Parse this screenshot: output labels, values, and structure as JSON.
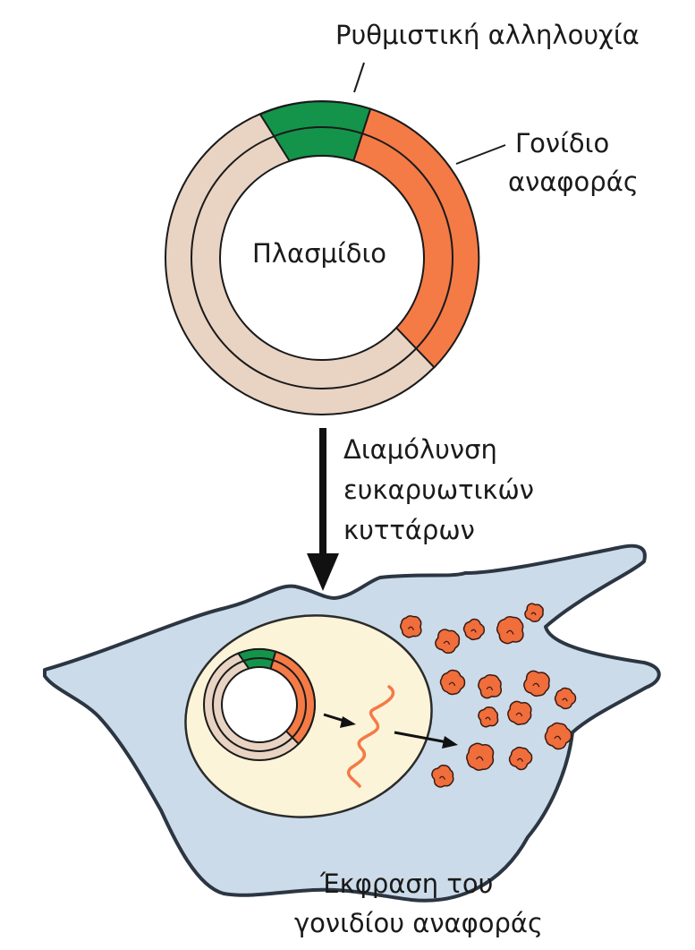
{
  "labels": {
    "regulatory_sequence": "Ρυθμιστική αλληλουχία",
    "reporter_gene_line1": "Γονίδιο",
    "reporter_gene_line2": "αναφοράς",
    "plasmid": "Πλασμίδιο",
    "transfection_line1": "Διαμόλυνση",
    "transfection_line2": "ευκαρυωτικών",
    "transfection_line3": "κυττάρων",
    "expression_line1": "Έκφραση του",
    "expression_line2": "γονιδίου αναφοράς"
  },
  "colors": {
    "backbone": "#e9d3c3",
    "regulatory": "#13944a",
    "reporter": "#f47a46",
    "cytoplasm": "#ccdbe9",
    "cytoplasm_outline": "#2b3642",
    "nucleus": "#fbf4d8",
    "protein": "#f06d3c",
    "mrna": "#f47a46",
    "arrow": "#111111"
  }
}
